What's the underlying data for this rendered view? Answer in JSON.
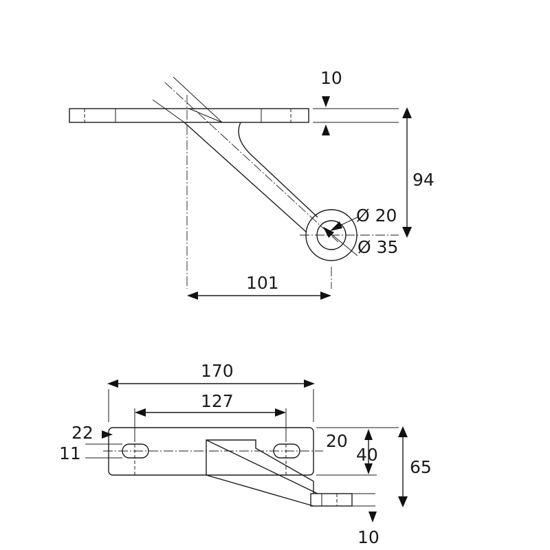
{
  "top_view": {
    "dim_plate_thickness": "10",
    "dim_height": "94",
    "dim_hole_inner": "Ø 20",
    "dim_hole_outer": "Ø 35",
    "dim_offset": "101"
  },
  "bottom_view": {
    "dim_total_length": "170",
    "dim_hole_spacing": "127",
    "dim_slot_offset": "22",
    "dim_slot_width": "11",
    "dim_plate_width": "20",
    "dim_mid_height": "40",
    "dim_total_height": "65",
    "dim_tip_thickness": "10"
  }
}
